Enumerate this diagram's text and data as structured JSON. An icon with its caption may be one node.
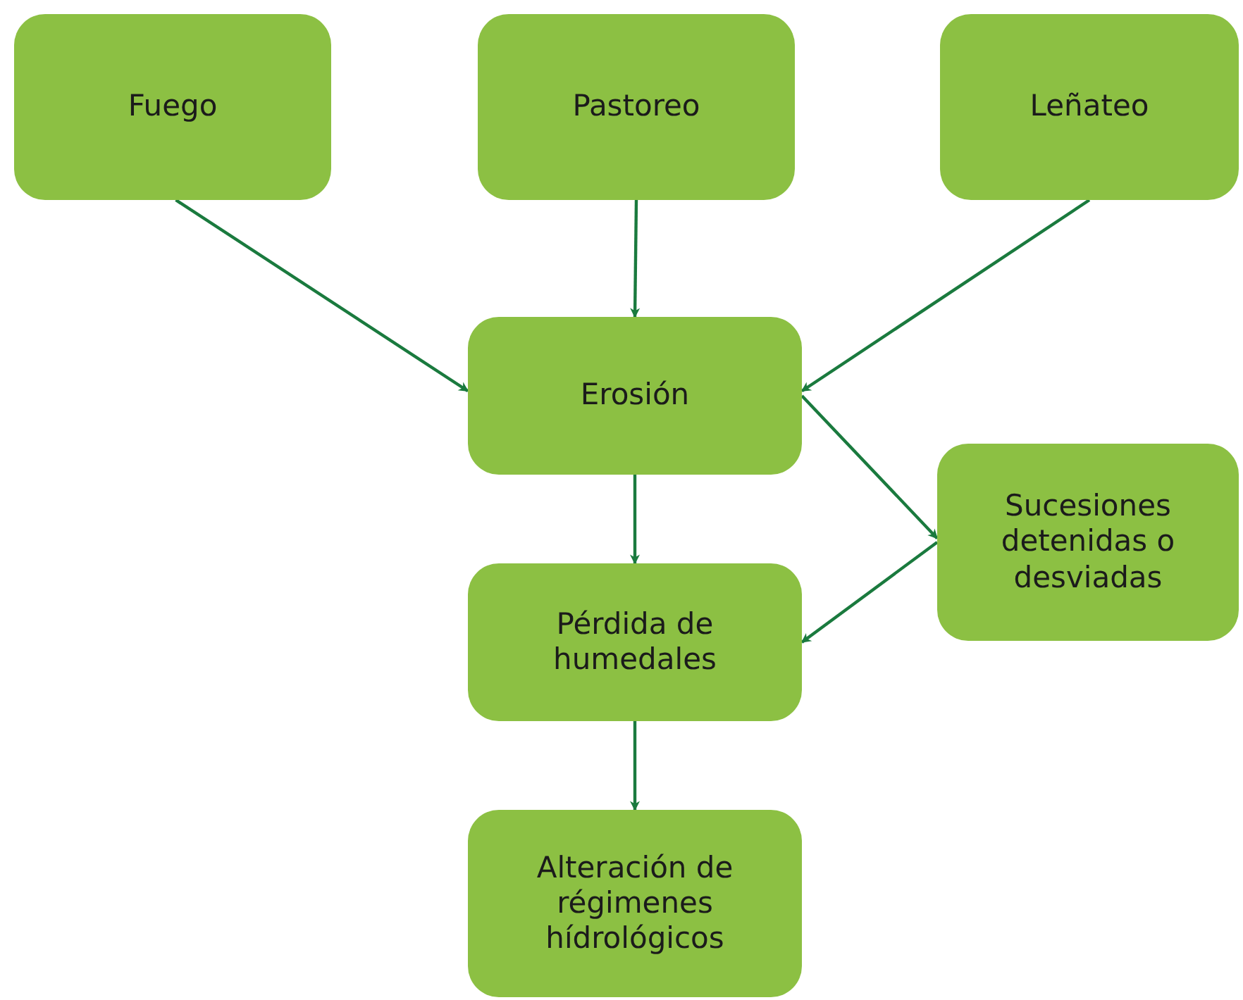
{
  "diagram": {
    "nodes": [
      {
        "text": [
          "Fuego"
        ]
      },
      {
        "text": [
          "Pastoreo"
        ]
      },
      {
        "text": [
          "Leñateo"
        ]
      },
      {
        "text": [
          "Erosión"
        ]
      },
      {
        "text": [
          "Sucesiones detenidas o desviadas"
        ]
      },
      {
        "text": [
          "Pérdida de humedales"
        ]
      },
      {
        "text": [
          "Alteración de régimenes hídrológicos"
        ]
      }
    ],
    "edges": [
      {
        "from": 0,
        "to": 3,
        "arrow": "to"
      },
      {
        "from": 1,
        "to": 3,
        "arrow": "to"
      },
      {
        "from": 2,
        "to": 3,
        "arrow": "to"
      },
      {
        "from": 3,
        "to": 5,
        "arrow": "to"
      },
      {
        "from": 3,
        "to": 4,
        "arrow": "to"
      },
      {
        "from": 4,
        "to": 5,
        "arrow": "to"
      },
      {
        "from": 5,
        "to": 6,
        "arrow": "to"
      }
    ]
  }
}
